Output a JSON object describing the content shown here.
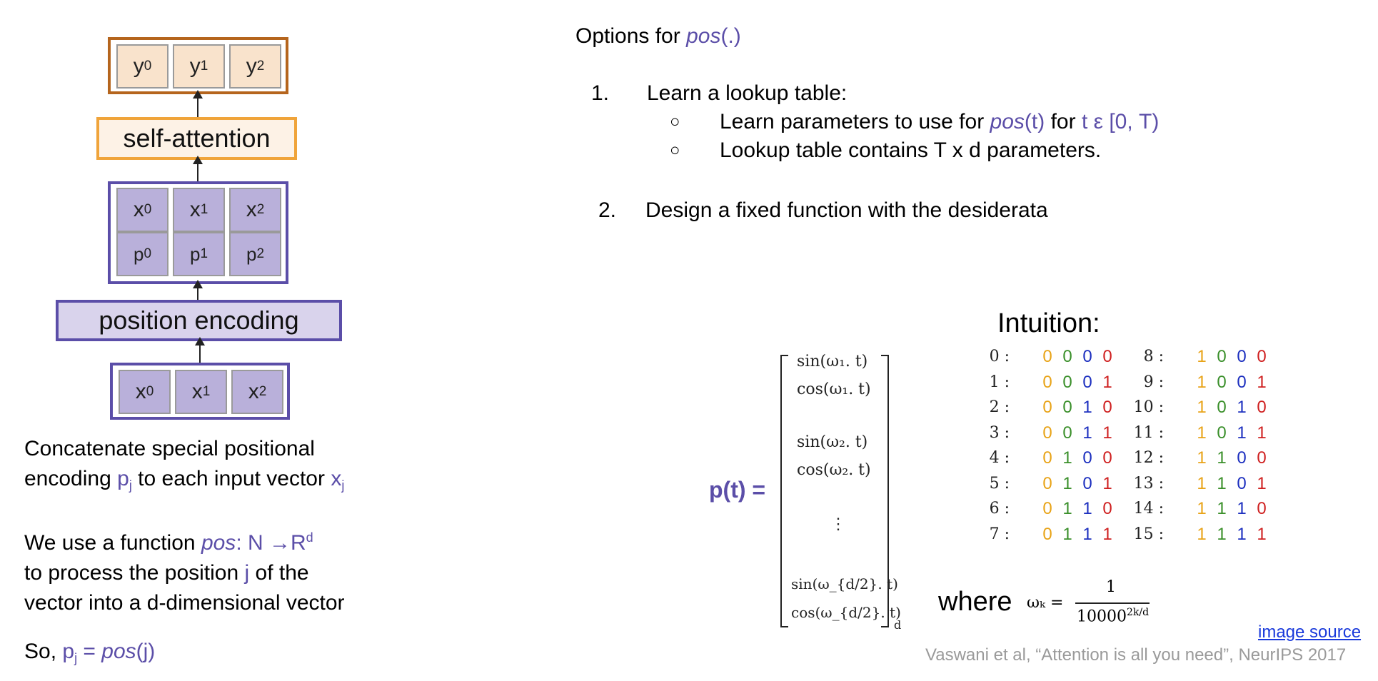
{
  "diagram": {
    "output_cells": [
      {
        "base": "y",
        "sub": "0"
      },
      {
        "base": "y",
        "sub": "1"
      },
      {
        "base": "y",
        "sub": "2"
      }
    ],
    "self_attention_label": "self-attention",
    "x_top_cells": [
      {
        "base": "x",
        "sub": "0"
      },
      {
        "base": "x",
        "sub": "1"
      },
      {
        "base": "x",
        "sub": "2"
      }
    ],
    "p_cells": [
      {
        "base": "p",
        "sub": "0"
      },
      {
        "base": "p",
        "sub": "1"
      },
      {
        "base": "p",
        "sub": "2"
      }
    ],
    "position_encoding_label": "position encoding",
    "x_bottom_cells": [
      {
        "base": "x",
        "sub": "0"
      },
      {
        "base": "x",
        "sub": "1"
      },
      {
        "base": "x",
        "sub": "2"
      }
    ],
    "colors": {
      "output_border": "#b5651d",
      "output_fill": "#f9e3cc",
      "attention_border": "#f0a43a",
      "attention_fill": "#fdf2e6",
      "input_border": "#5b4ea8",
      "input_fill": "#b9b0da",
      "pe_fill": "#d9d3ec"
    }
  },
  "left_text": {
    "para1_a": "Concatenate special positional",
    "para1_b": "encoding",
    "para1_p": "p",
    "para1_p_sub": "j",
    "para1_c": "to each input vector",
    "para1_x": "x",
    "para1_x_sub": "j",
    "para2_a": "We use a function",
    "para2_pos": "pos",
    "para2_map": ": N →R",
    "para2_sup": "d",
    "para2_b": "to process the position",
    "para2_j": "j",
    "para2_c": "of the",
    "para2_d": "vector into a d-dimensional vector",
    "para3_a": "So,",
    "para3_p": "p",
    "para3_p_sub": "j",
    "para3_eq": "=",
    "para3_pos": "pos",
    "para3_arg": "(j)"
  },
  "options": {
    "title_a": "Options for",
    "title_pos": "pos",
    "title_arg": "(.)",
    "item1_num": "1.",
    "item1_text": "Learn a lookup table:",
    "bullet1_a": "Learn parameters to use for",
    "bullet1_pos": "pos",
    "bullet1_t": "(t)",
    "bullet1_for": "for",
    "bullet1_range": "t ε [0, T)",
    "bullet2": "Lookup table contains T x d parameters.",
    "bullet_symbol": "○",
    "item2_num": "2.",
    "item2_text": "Design a fixed function with the desiderata"
  },
  "formula": {
    "lhs": "p(t) =",
    "entries": [
      "sin(ω₁. t)",
      "cos(ω₁. t)",
      "sin(ω₂. t)",
      "cos(ω₂. t)",
      "⋮",
      "sin(ω_{d/2}. t)",
      "cos(ω_{d/2}. t)"
    ],
    "subscript_d": "d",
    "where": "where",
    "omega_lhs": "ωₖ =",
    "omega_num": "1",
    "omega_den": "10000",
    "omega_exp": "2k/d"
  },
  "intuition": {
    "title": "Intuition:",
    "bit_colors": [
      "#e8a317",
      "#3a8f2a",
      "#1c2fbf",
      "#cf2020"
    ],
    "rows": [
      {
        "label": "0 :",
        "bits": [
          "0",
          "0",
          "0",
          "0"
        ]
      },
      {
        "label": "1 :",
        "bits": [
          "0",
          "0",
          "0",
          "1"
        ]
      },
      {
        "label": "2 :",
        "bits": [
          "0",
          "0",
          "1",
          "0"
        ]
      },
      {
        "label": "3 :",
        "bits": [
          "0",
          "0",
          "1",
          "1"
        ]
      },
      {
        "label": "4 :",
        "bits": [
          "0",
          "1",
          "0",
          "0"
        ]
      },
      {
        "label": "5 :",
        "bits": [
          "0",
          "1",
          "0",
          "1"
        ]
      },
      {
        "label": "6 :",
        "bits": [
          "0",
          "1",
          "1",
          "0"
        ]
      },
      {
        "label": "7 :",
        "bits": [
          "0",
          "1",
          "1",
          "1"
        ]
      },
      {
        "label": "8 :",
        "bits": [
          "1",
          "0",
          "0",
          "0"
        ]
      },
      {
        "label": "9 :",
        "bits": [
          "1",
          "0",
          "0",
          "1"
        ]
      },
      {
        "label": "10 :",
        "bits": [
          "1",
          "0",
          "1",
          "0"
        ]
      },
      {
        "label": "11 :",
        "bits": [
          "1",
          "0",
          "1",
          "1"
        ]
      },
      {
        "label": "12 :",
        "bits": [
          "1",
          "1",
          "0",
          "0"
        ]
      },
      {
        "label": "13 :",
        "bits": [
          "1",
          "1",
          "0",
          "1"
        ]
      },
      {
        "label": "14 :",
        "bits": [
          "1",
          "1",
          "1",
          "0"
        ]
      },
      {
        "label": "15 :",
        "bits": [
          "1",
          "1",
          "1",
          "1"
        ]
      }
    ]
  },
  "footer": {
    "link_text": "image source",
    "citation": "Vaswani et al, “Attention is all you need”, NeurIPS 2017"
  }
}
